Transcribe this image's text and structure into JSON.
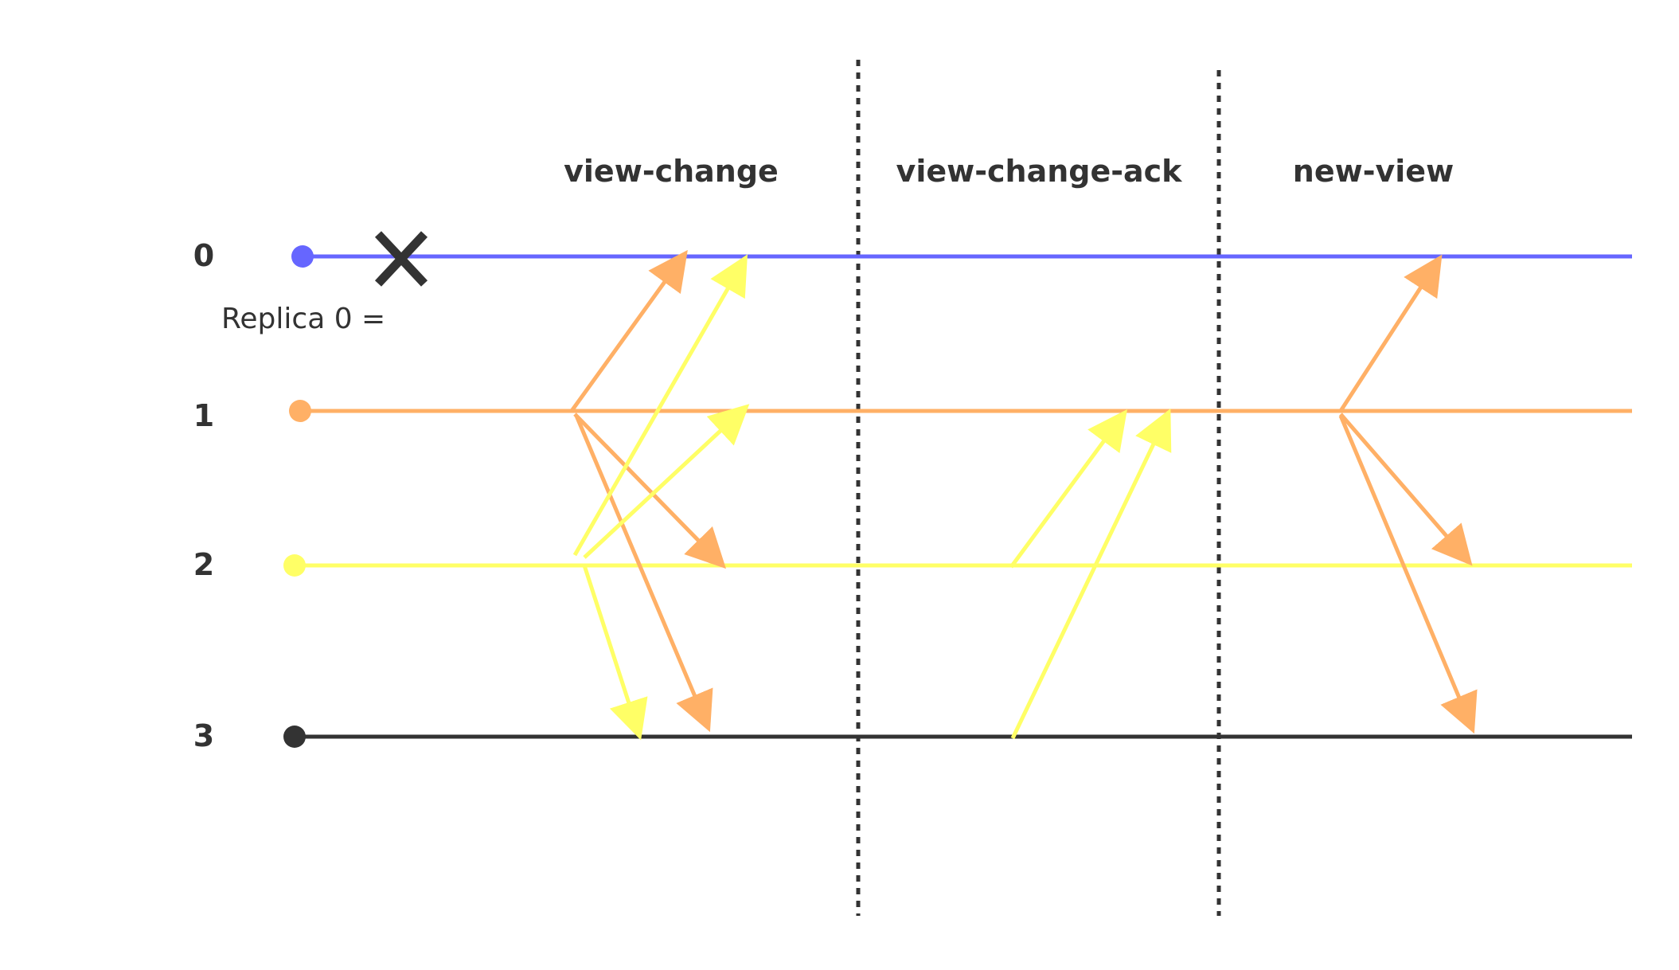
{
  "phases": [
    {
      "label": "view-change"
    },
    {
      "label": "view-change-ack"
    },
    {
      "label": "new-view"
    }
  ],
  "replicas": [
    {
      "label": "0",
      "color": "#6666ff",
      "crashed": true
    },
    {
      "label": "1",
      "color": "#ffb066",
      "crashed": false
    },
    {
      "label": "2",
      "color": "#ffff66",
      "crashed": false
    },
    {
      "label": "3",
      "color": "#333333",
      "crashed": false
    }
  ],
  "note": {
    "text": "Replica 0 ="
  },
  "crash_mark": {
    "icon": "cross-icon",
    "color": "#333333"
  },
  "messages": [
    {
      "phase": "view-change",
      "from": "1",
      "to": "0",
      "color": "#ffb066"
    },
    {
      "phase": "view-change",
      "from": "1",
      "to": "2",
      "color": "#ffb066"
    },
    {
      "phase": "view-change",
      "from": "1",
      "to": "3",
      "color": "#ffb066"
    },
    {
      "phase": "view-change",
      "from": "2",
      "to": "0",
      "color": "#ffff66"
    },
    {
      "phase": "view-change",
      "from": "2",
      "to": "1",
      "color": "#ffff66"
    },
    {
      "phase": "view-change",
      "from": "2",
      "to": "3",
      "color": "#ffff66"
    },
    {
      "phase": "view-change-ack",
      "from": "2",
      "to": "1",
      "color": "#ffff66"
    },
    {
      "phase": "view-change-ack",
      "from": "3",
      "to": "1",
      "color": "#ffff66"
    },
    {
      "phase": "new-view",
      "from": "1",
      "to": "0",
      "color": "#ffb066"
    },
    {
      "phase": "new-view",
      "from": "1",
      "to": "2",
      "color": "#ffb066"
    },
    {
      "phase": "new-view",
      "from": "1",
      "to": "3",
      "color": "#ffb066"
    }
  ]
}
